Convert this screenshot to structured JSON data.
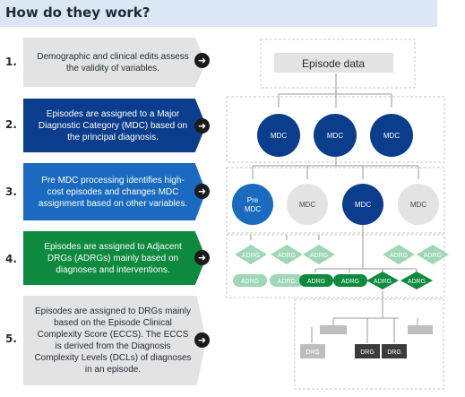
{
  "title": "How do they work?",
  "steps": [
    {
      "num": "1.",
      "text": "Demographic and clinical edits assess the validity of variables."
    },
    {
      "num": "2.",
      "text": "Episodes are assigned to a Major Diagnostic Category (MDC) based on the principal diagnosis."
    },
    {
      "num": "3.",
      "text": "Pre MDC processing identifies high-cost episodes and changes MDC assignment based on other variables."
    },
    {
      "num": "4.",
      "text": "Episodes are assigned to Adjacent DRGs (ADRGs) mainly based on diagnoses and interventions."
    },
    {
      "num": "5.",
      "text": "Episodes are assigned to DRGs mainly based on the Episode Clinical Complexity Score (ECCS). The ECCS is derived from the Diagnosis Complexity Levels (DCLs) of diagnoses in an episode."
    }
  ],
  "diagram": {
    "episode": "Episode data",
    "mdc": "MDC",
    "pre_mdc": [
      "Pre",
      "MDC"
    ],
    "adrg": "ADRG",
    "drg": "DRG"
  },
  "colors": {
    "navy": "#0a3d8c",
    "blue": "#1a6bbf",
    "green": "#0e8a3e",
    "light_green": "#9fd7b6",
    "grey": "#e3e3e3",
    "dark": "#3b3b3b",
    "light_grey": "#bdbdbd",
    "header_bg": "#d9e8f4"
  },
  "arrow_glyph": "➜"
}
